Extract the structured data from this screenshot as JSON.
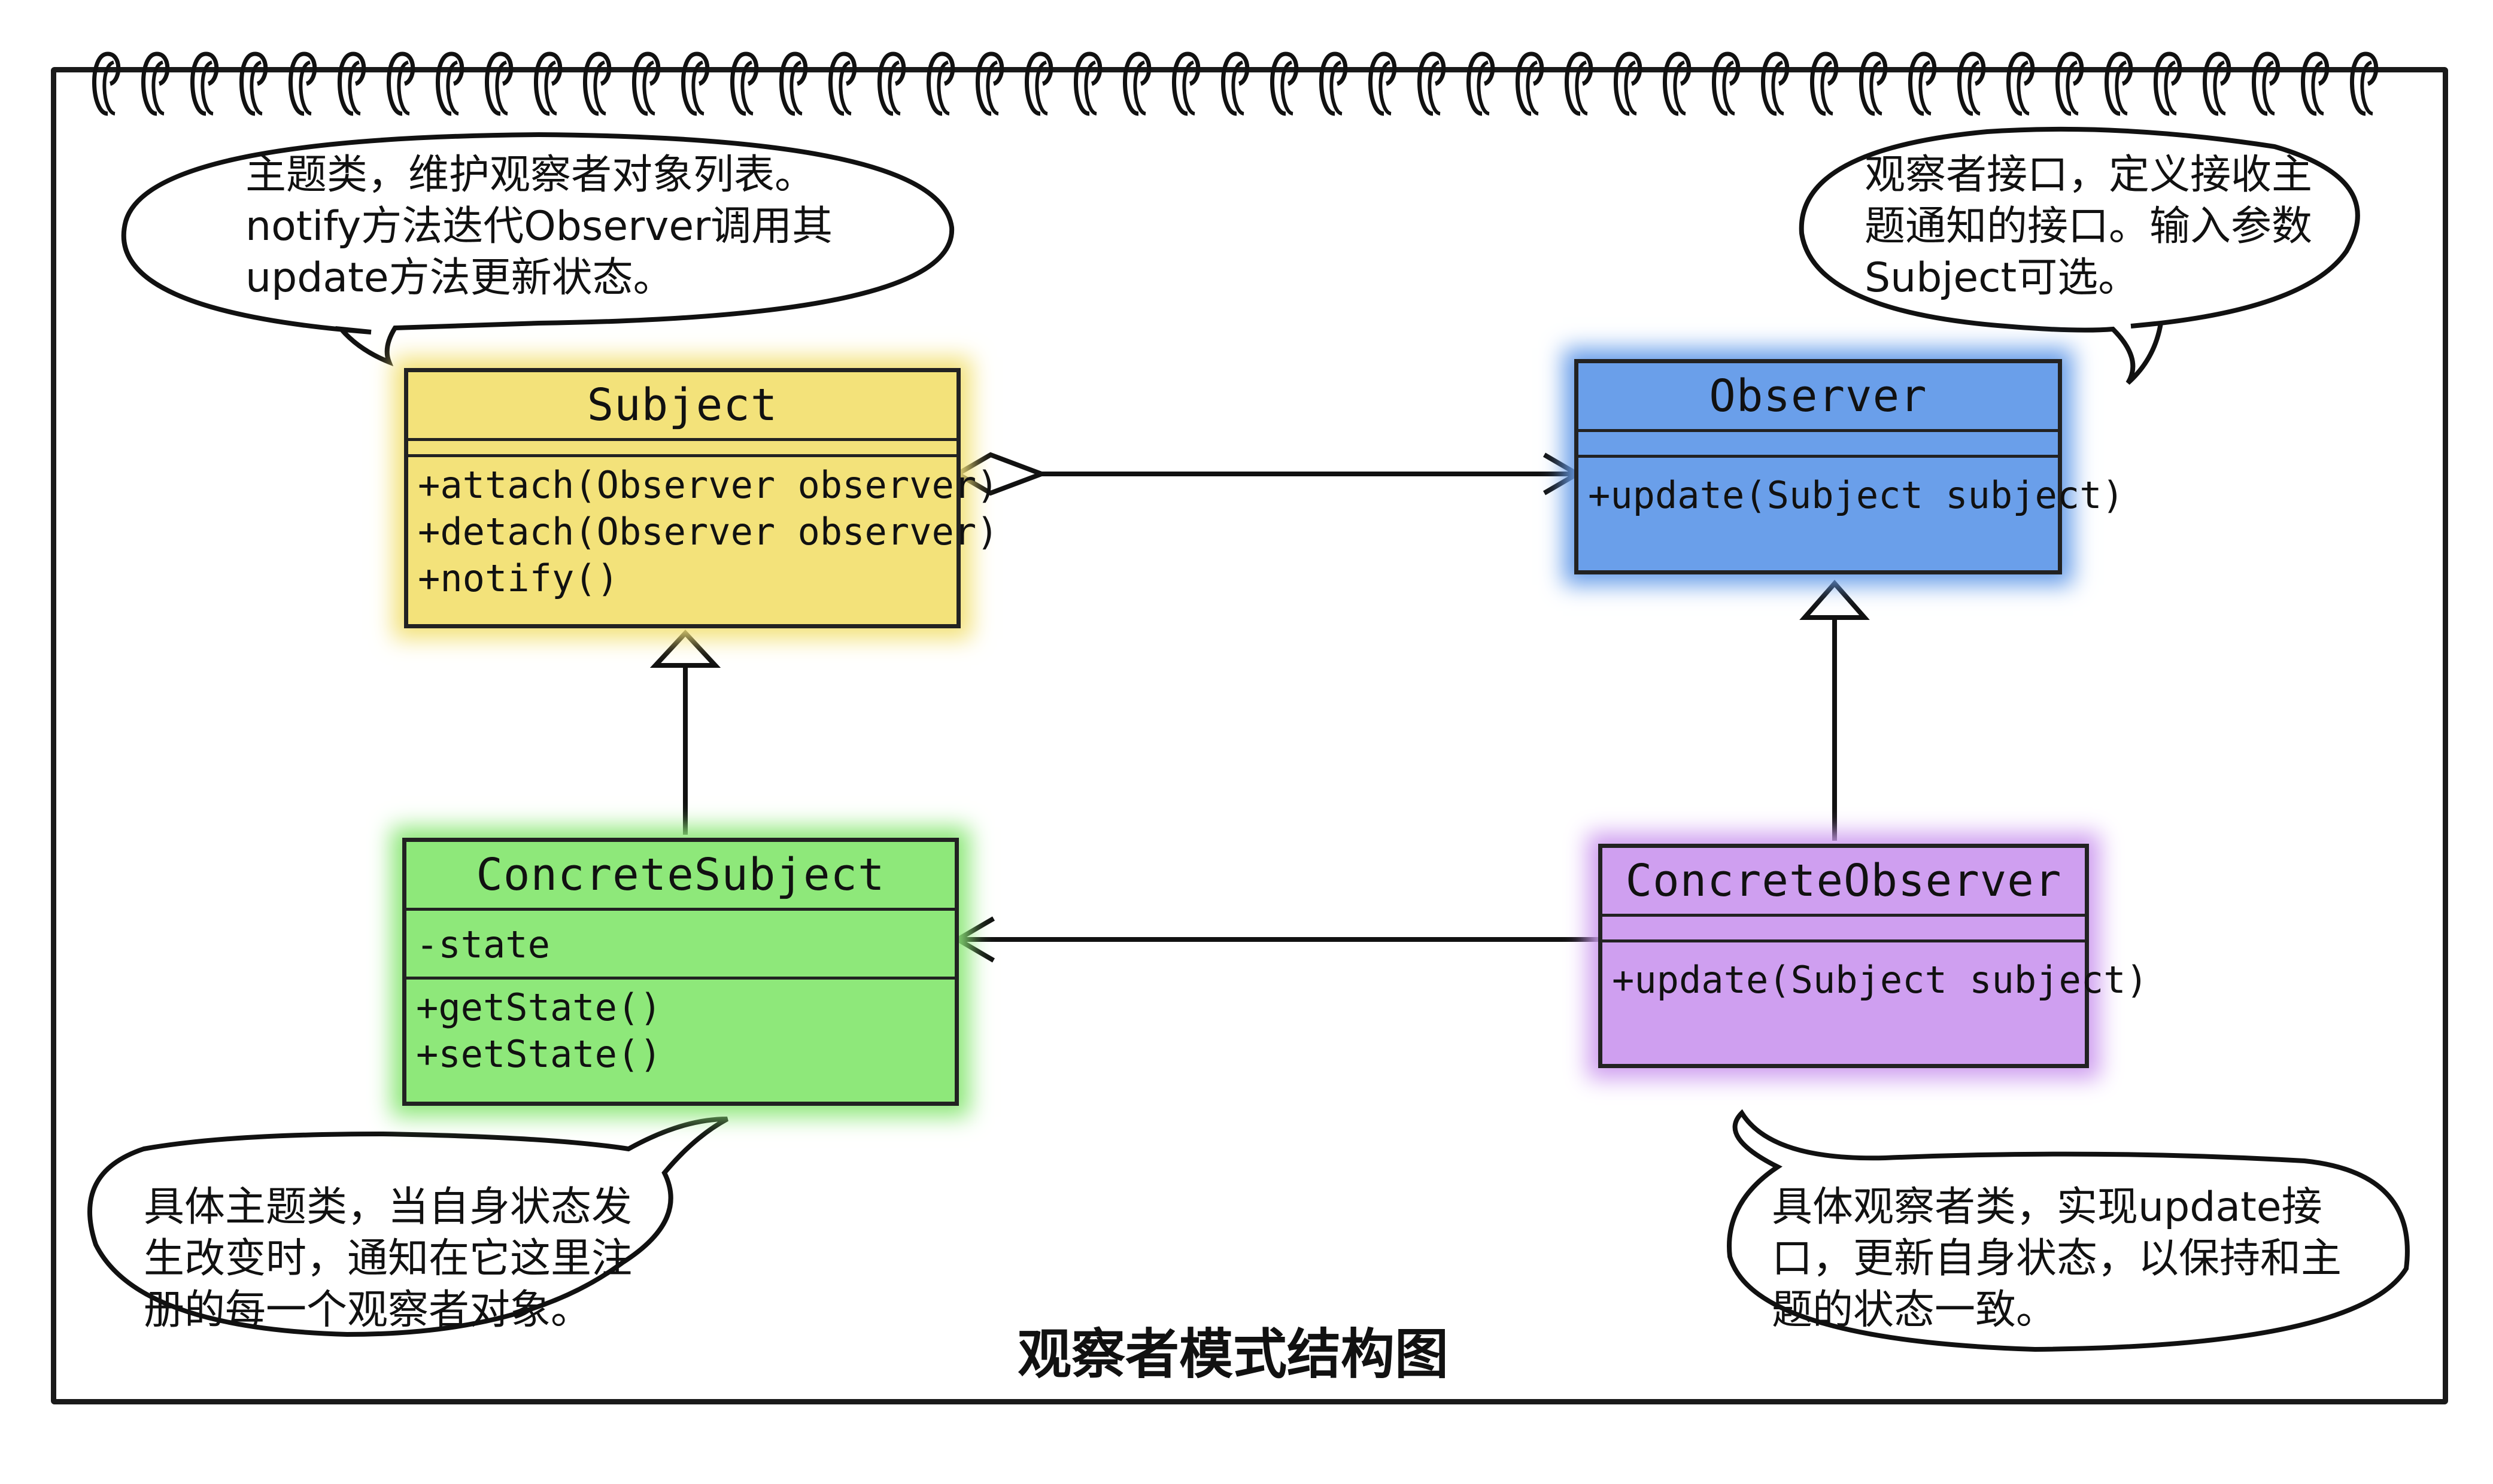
{
  "classes": {
    "subject": {
      "name": "Subject",
      "attributes": [],
      "operations": [
        "+attach(Observer observer)",
        "+detach(Observer observer)",
        "+notify()"
      ],
      "color": "#f3e27a"
    },
    "observer": {
      "name": "Observer",
      "attributes": [],
      "operations": [
        "+update(Subject subject)"
      ],
      "color": "#6a9fea"
    },
    "concrete_subject": {
      "name": "ConcreteSubject",
      "attributes": [
        "-state"
      ],
      "operations": [
        "+getState()",
        "+setState()"
      ],
      "color": "#8ee87a"
    },
    "concrete_observer": {
      "name": "ConcreteObserver",
      "attributes": [],
      "operations": [
        "+update(Subject subject)"
      ],
      "color": "#cf9ff0"
    }
  },
  "bubbles": {
    "subject_note": [
      "主题类，维护观察者对象列表。",
      "notify方法迭代Observer调用其",
      "update方法更新状态。"
    ],
    "observer_note": [
      "观察者接口，定义接收主",
      "题通知的接口。输入参数",
      "Subject可选。"
    ],
    "concrete_subject_note": [
      "具体主题类，当自身状态发",
      "生改变时，通知在它这里注",
      "册的每一个观察者对象。"
    ],
    "concrete_observer_note": [
      "具体观察者类，实现update接",
      "口，更新自身状态，以保持和主",
      "题的状态一致。"
    ]
  },
  "caption": "观察者模式结构图",
  "relations": [
    {
      "from": "subject",
      "to": "observer",
      "kind": "aggregation"
    },
    {
      "from": "concrete_subject",
      "to": "subject",
      "kind": "generalization"
    },
    {
      "from": "concrete_observer",
      "to": "observer",
      "kind": "generalization"
    },
    {
      "from": "concrete_observer",
      "to": "concrete_subject",
      "kind": "association"
    }
  ]
}
